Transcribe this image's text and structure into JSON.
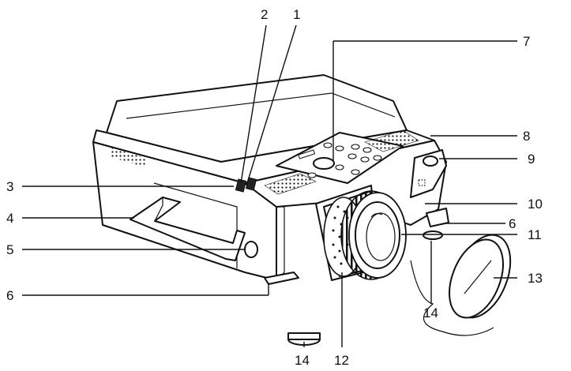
{
  "figure": {
    "callouts": [
      {
        "id": "c1",
        "text": "1"
      },
      {
        "id": "c2",
        "text": "2"
      },
      {
        "id": "c3",
        "text": "3"
      },
      {
        "id": "c4",
        "text": "4"
      },
      {
        "id": "c5",
        "text": "5"
      },
      {
        "id": "c6a",
        "text": "6"
      },
      {
        "id": "c6b",
        "text": "6"
      },
      {
        "id": "c7",
        "text": "7"
      },
      {
        "id": "c8",
        "text": "8"
      },
      {
        "id": "c9",
        "text": "9"
      },
      {
        "id": "c10",
        "text": "10"
      },
      {
        "id": "c11",
        "text": "11"
      },
      {
        "id": "c12",
        "text": "12"
      },
      {
        "id": "c13",
        "text": "13"
      },
      {
        "id": "c14a",
        "text": "14"
      },
      {
        "id": "c14b",
        "text": "14"
      }
    ]
  }
}
